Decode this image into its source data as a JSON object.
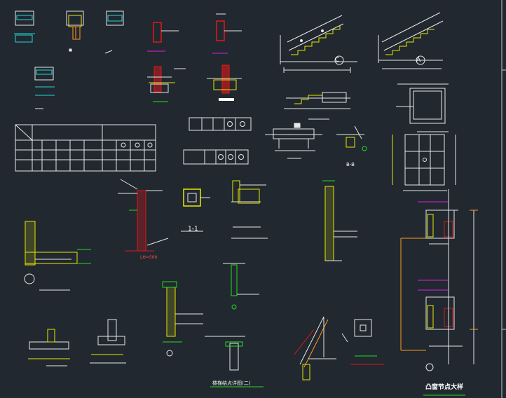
{
  "drawing": {
    "labels": {
      "section_c": "C",
      "section_a": "A",
      "section_1_1": "1-1",
      "section_b_b": "B-B",
      "detail_left_title": "楼梯结点详图(二)",
      "detail_right_title": "凸窗节点大样",
      "beam_mark": "LH=500"
    },
    "colors": {
      "background": "#212830",
      "line": "#e8e8e8",
      "green": "#22dd22",
      "yellow": "#e8e800",
      "red": "#e01818",
      "cyan": "#22d8d8",
      "magenta": "#e020e0",
      "orange": "#ff9a22"
    }
  }
}
